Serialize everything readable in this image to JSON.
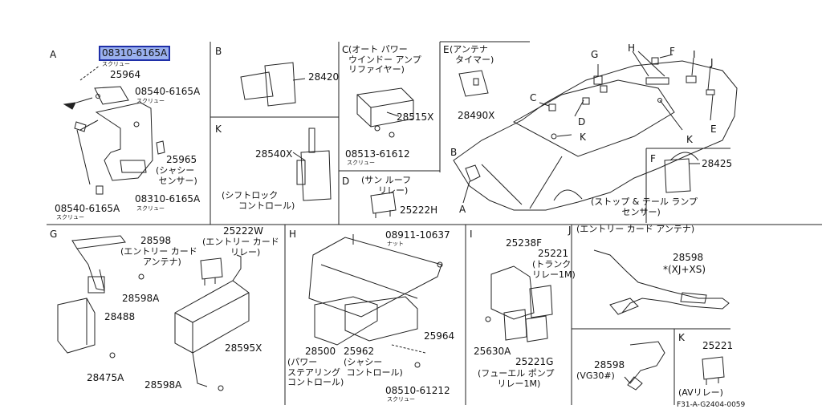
{
  "diagram_ref": "F31-A-G2404-0059",
  "word_screw": "スクリュー",
  "word_nut": "ナット",
  "sections": {
    "A": {
      "letter": "A",
      "highlighted_part": "08310-6165A",
      "parts": [
        "25964",
        "08540-6165A",
        "25965",
        "08310-6165A",
        "08540-6165A"
      ],
      "label_25965": "(シャシー\n センサー)"
    },
    "B": {
      "letter": "B",
      "parts": [
        "28420"
      ]
    },
    "C": {
      "letter": "C",
      "title": "(オート パワー\nウインドー アンプ\nリファイヤー)",
      "parts": [
        "28515X",
        "08513-61612"
      ]
    },
    "D": {
      "letter": "D",
      "title": "(サン ルーフ\n      リレー)",
      "parts": [
        "25222H"
      ]
    },
    "E": {
      "letter": "E",
      "title": "(アンテナ\n  タイマー)",
      "parts": [
        "28490X"
      ]
    },
    "F": {
      "letter": "F",
      "parts": [
        "28425"
      ],
      "label": "(ストップ & テール ランプ\n           センサー)"
    },
    "K": {
      "letter": "K",
      "parts": [
        "28540X"
      ],
      "label": "(シフトロック\n      コントロール)"
    },
    "G": {
      "letter": "G",
      "parts": [
        "28598",
        "28598A",
        "28488",
        "28475A",
        "25222W",
        "28595X",
        "28598A"
      ],
      "label_28598": "(エントリー カード\n        アンテナ)",
      "label_25222W": "(エントリー カード\n          リレー)"
    },
    "H": {
      "letter": "H",
      "parts": [
        "08911-10637",
        "28500",
        "25962",
        "25964",
        "08510-61212"
      ],
      "label_28500": "(パワー\nステアリング\nコントロール)",
      "label_25962": "(シャシー\n コントロール)"
    },
    "I": {
      "letter": "I",
      "parts": [
        "25238F",
        "25221",
        "25630A",
        "25221G"
      ],
      "label_25221": "(トランク\nリレー1M)",
      "label_25221G": "(フューエル ポンプ\n       リレー1M)"
    },
    "J": {
      "letter": "J",
      "title": "(エントリー カード アンテナ)",
      "parts": [
        "28598",
        "28598"
      ],
      "note": "*(XJ+XS)",
      "label_vg": "(VG30#)"
    },
    "K2": {
      "letter": "K",
      "parts": [
        "25221"
      ],
      "label": "(AVリレー)"
    }
  },
  "car_callouts": [
    "H",
    "F",
    "G",
    "I",
    "J",
    "C",
    "D",
    "K",
    "B",
    "A",
    "K",
    "E"
  ]
}
